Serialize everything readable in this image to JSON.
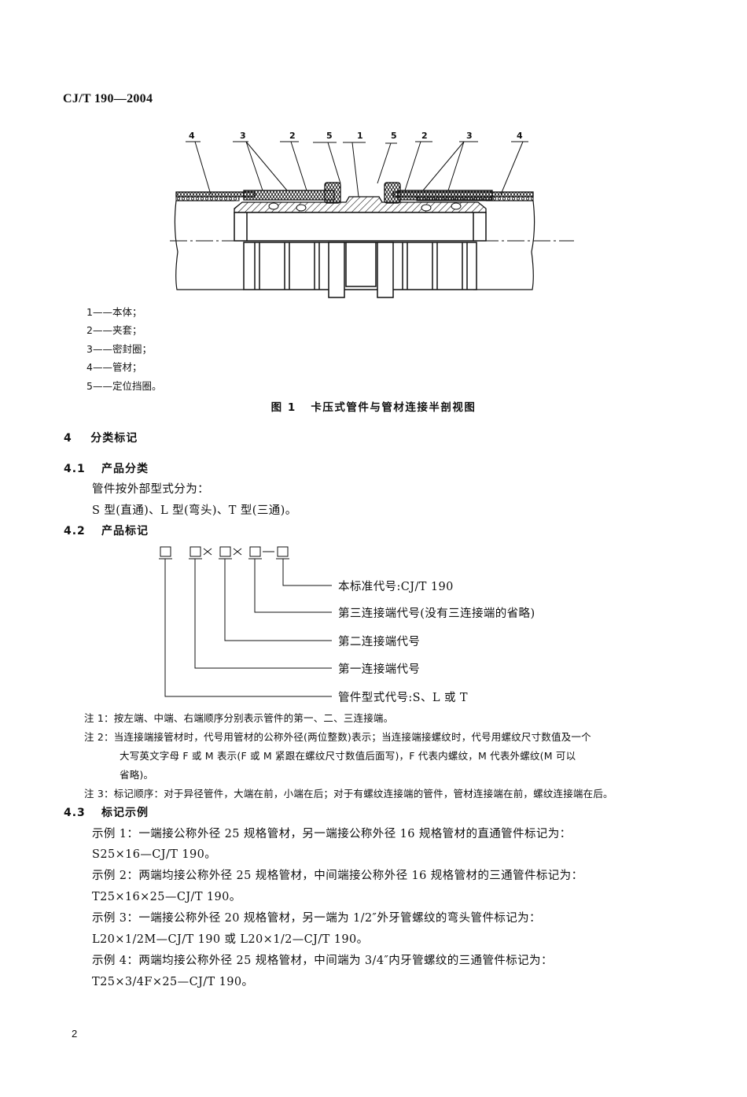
{
  "header": {
    "standard_code": "CJ/T 190—2004"
  },
  "figure1": {
    "callouts": [
      "4",
      "3",
      "2",
      "5",
      "1",
      "5",
      "2",
      "3",
      "4"
    ],
    "legend": [
      {
        "num": "1",
        "dash": "——",
        "text": "本体；"
      },
      {
        "num": "2",
        "dash": "——",
        "text": "夹套；"
      },
      {
        "num": "3",
        "dash": "——",
        "text": "密封圈；"
      },
      {
        "num": "4",
        "dash": "——",
        "text": "管材；"
      },
      {
        "num": "5",
        "dash": "——",
        "text": "定位挡圈。"
      }
    ],
    "caption": "图 1   卡压式管件与管材连接半剖视图"
  },
  "section4": {
    "number": "4",
    "title": "分类标记"
  },
  "section4_1": {
    "number": "4.1",
    "title": "产品分类",
    "para1": "管件按外部型式分为：",
    "para2": "S 型(直通)、L 型(弯头)、T 型(三通)。"
  },
  "section4_2": {
    "number": "4.2",
    "title": "产品标记",
    "marking_template": {
      "boxes": "□  □×□×□—□",
      "labels": [
        "本标准代号:CJ/T 190",
        "第三连接端代号(没有三连接端的省略)",
        "第二连接端代号",
        "第一连接端代号",
        "管件型式代号:S、L 或 T"
      ]
    },
    "notes": [
      {
        "label": "注 1：",
        "text": "按左端、中端、右端顺序分别表示管件的第一、二、三连接端。"
      },
      {
        "label": "注 2：",
        "text": "当连接端接管材时，代号用管材的公称外径(两位整数)表示；当连接端接螺纹时，代号用螺纹尺寸数值及一个",
        "cont1": "大写英文字母 F 或 M 表示(F 或 M 紧跟在螺纹尺寸数值后面写)，F 代表内螺纹，M 代表外螺纹(M 可以",
        "cont2": "省略)。"
      },
      {
        "label": "注 3：",
        "text": "标记顺序：对于异径管件，大端在前，小端在后；对于有螺纹连接端的管件，管材连接端在前，螺纹连接端在后。"
      }
    ]
  },
  "section4_3": {
    "number": "4.3",
    "title": "标记示例",
    "examples": [
      {
        "desc": "示例 1：一端接公称外径 25 规格管材，另一端接公称外径 16 规格管材的直通管件标记为：",
        "mark": "S25×16—CJ/T 190。"
      },
      {
        "desc": "示例 2：两端均接公称外径 25 规格管材，中间端接公称外径 16 规格管材的三通管件标记为：",
        "mark": "T25×16×25—CJ/T 190。"
      },
      {
        "desc": "示例 3：一端接公称外径 20 规格管材，另一端为 1/2″外牙管螺纹的弯头管件标记为：",
        "mark": "L20×1/2M—CJ/T 190 或 L20×1/2—CJ/T 190。"
      },
      {
        "desc": "示例 4：两端均接公称外径 25 规格管材，中间端为 3/4″内牙管螺纹的三通管件标记为：",
        "mark": "T25×3/4F×25—CJ/T 190。"
      }
    ]
  },
  "footer": {
    "page_number": "2"
  }
}
